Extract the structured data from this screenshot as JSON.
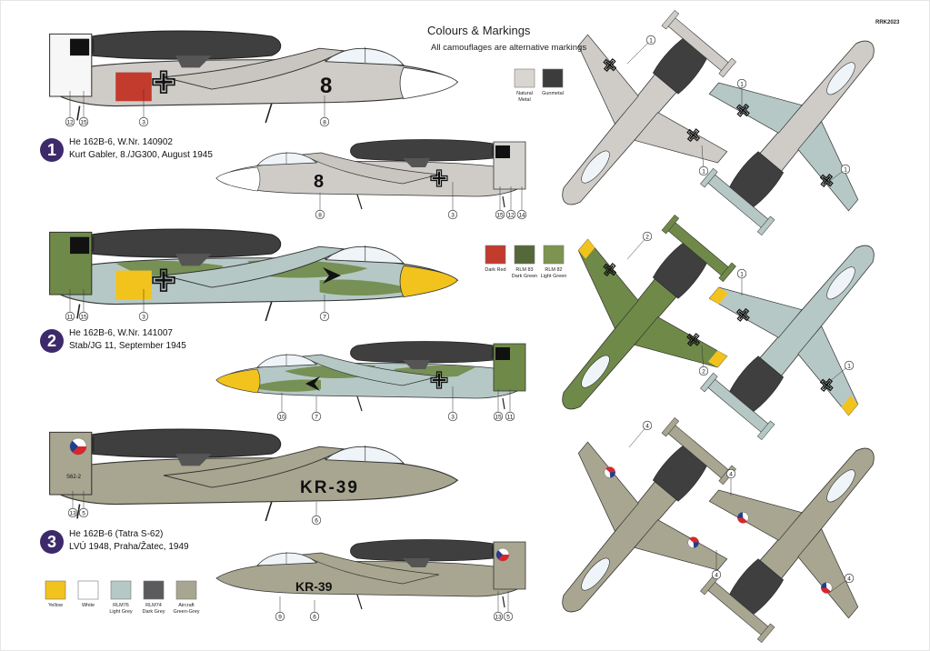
{
  "header": {
    "title": "Colours & Markings",
    "subtitle": "All camouflages are alternative markings",
    "code": "RRK2023"
  },
  "markings": [
    {
      "number": "1",
      "line1": "He 162B-6, W.Nr. 140902",
      "line2": "Kurt Gabler, 8./JG300, August 1945",
      "fuselage_code": "8"
    },
    {
      "number": "2",
      "line1": "He 162B-6, W.Nr. 141007",
      "line2": "Stab/JG 11, September 1945"
    },
    {
      "number": "3",
      "line1": "He 162B-6 (Tatra S-62)",
      "line2": "LVÚ 1948, Praha/Žatec, 1949",
      "fuselage_code": "KR-39",
      "fin_code": "S62-2"
    }
  ],
  "swatches_top": [
    {
      "name_line1": "Natural",
      "name_line2": "Metal",
      "color": "#d9d6d2"
    },
    {
      "name_line1": "Gunmetal",
      "name_line2": "",
      "color": "#3c3c3c"
    }
  ],
  "swatches_mid": [
    {
      "name_line1": "Dark Red",
      "name_line2": "",
      "color": "#c23b2c"
    },
    {
      "name_line1": "RLM 83",
      "name_line2": "Dark Green",
      "color": "#55683a"
    },
    {
      "name_line1": "RLM 82",
      "name_line2": "Light Green",
      "color": "#7d9450"
    }
  ],
  "swatches_bottom": [
    {
      "name_line1": "Yellow",
      "name_line2": "",
      "color": "#f2c31c"
    },
    {
      "name_line1": "White",
      "name_line2": "",
      "color": "#ffffff"
    },
    {
      "name_line1": "RLM76",
      "name_line2": "Light Grey",
      "color": "#b6c8c5"
    },
    {
      "name_line1": "RLM74",
      "name_line2": "Dark Grey",
      "color": "#5b5b5e"
    },
    {
      "name_line1": "Aircraft",
      "name_line2": "Green-Grey",
      "color": "#a8a690"
    }
  ],
  "callouts": {
    "side1a": [
      "12",
      "15",
      "3",
      "8"
    ],
    "side1b": [
      "8",
      "3",
      "15",
      "12",
      "14"
    ],
    "side2a": [
      "11",
      "15",
      "3",
      "7"
    ],
    "side2b": [
      "10",
      "7",
      "3",
      "15",
      "11"
    ],
    "side3a": [
      "13",
      "5",
      "6"
    ],
    "side3b": [
      "9",
      "6",
      "13",
      "5"
    ],
    "plan": [
      "1",
      "1",
      "1",
      "1",
      "2",
      "2",
      "1",
      "1",
      "4",
      "4",
      "4",
      "4"
    ]
  }
}
